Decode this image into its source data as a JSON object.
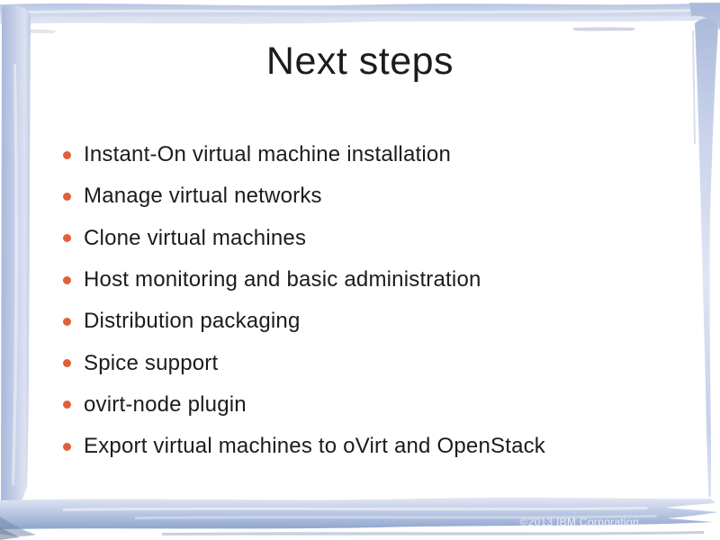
{
  "slide": {
    "title": "Next steps",
    "bullets": [
      "Instant-On virtual machine installation",
      "Manage virtual networks",
      "Clone virtual machines",
      "Host monitoring and basic administration",
      "Distribution packaging",
      "Spice support",
      "ovirt-node plugin",
      "Export virtual machines to oVirt and OpenStack"
    ],
    "footer": "©2013 IBM Corporation",
    "colors": {
      "bullet": "#e0603a",
      "text": "#1c1c1c",
      "footer": "#e9edf6",
      "frame-light": "#dde4f2",
      "frame-mid": "#b3c0df",
      "frame-deep": "#8ea5ce"
    }
  }
}
